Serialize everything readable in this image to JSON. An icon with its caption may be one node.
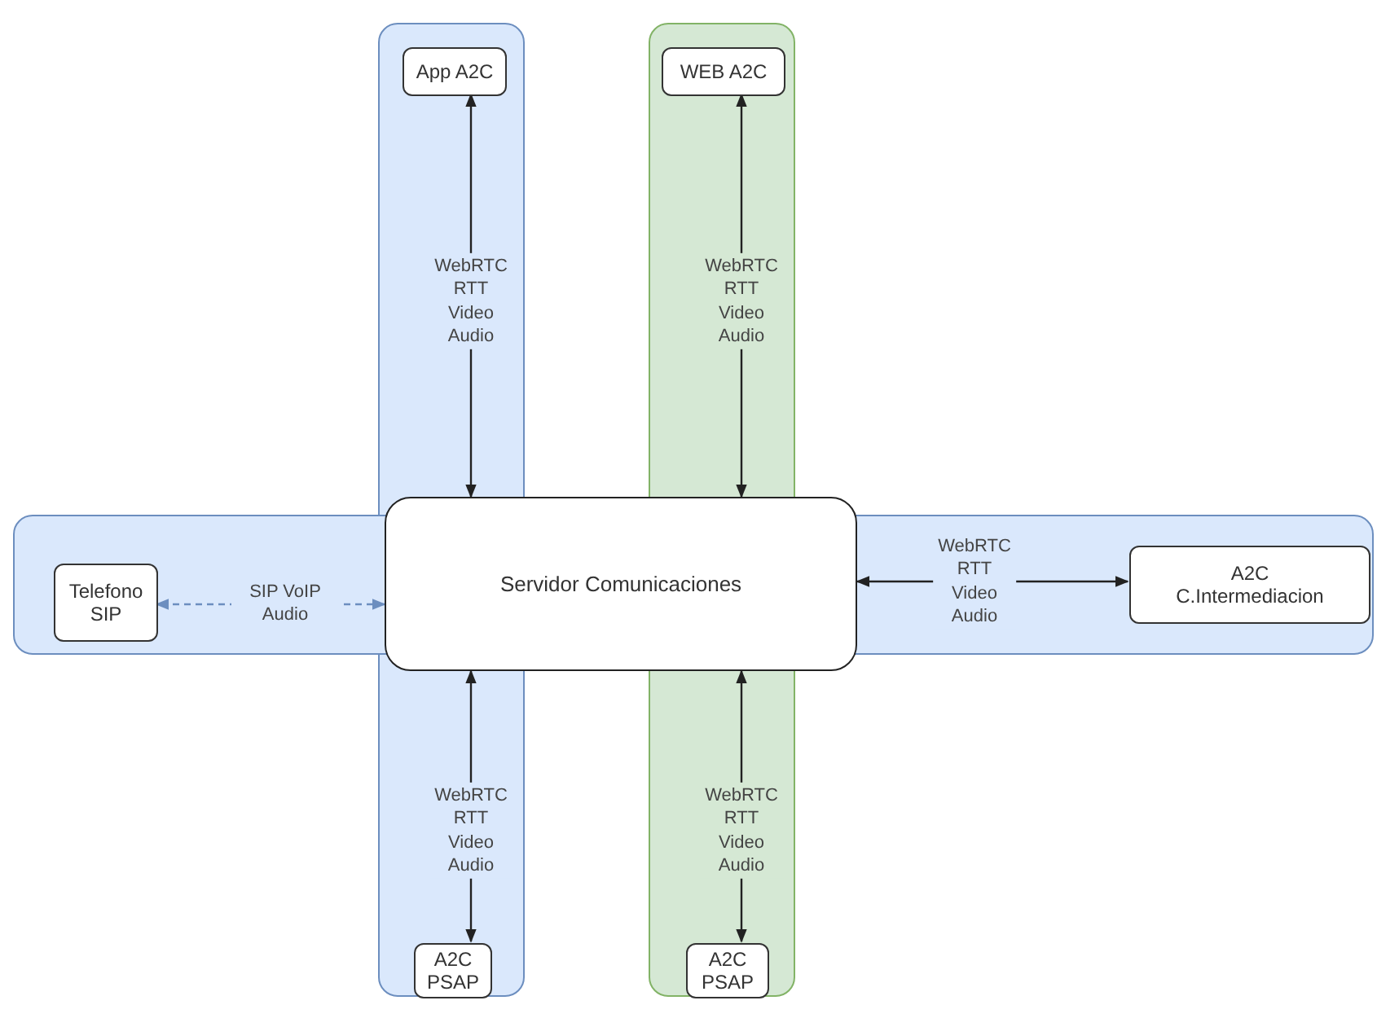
{
  "diagram": {
    "nodes": [
      {
        "text": [],
        "shape": "band"
      },
      {
        "text": [],
        "shape": "band"
      },
      {
        "text": [],
        "shape": "band"
      },
      {
        "text": [
          "App A2C"
        ],
        "in": 0
      },
      {
        "text": [
          "WEB A2C"
        ],
        "in": 1
      },
      {
        "text": [
          "Servidor Comunicaciones"
        ]
      },
      {
        "text": [
          "Telefono SIP"
        ],
        "in": 2
      },
      {
        "text": [
          "A2C C.Intermediacion"
        ],
        "in": 2
      },
      {
        "text": [
          "A2C PSAP"
        ],
        "in": 0
      },
      {
        "text": [
          "A2C PSAP"
        ],
        "in": 1
      }
    ],
    "edges": [
      {
        "from": 3,
        "to": 5,
        "arrow": "both",
        "label": "WebRTC RTT Video Audio"
      },
      {
        "from": 4,
        "to": 5,
        "arrow": "both",
        "label": "WebRTC RTT Video Audio"
      },
      {
        "from": 5,
        "to": 6,
        "arrow": "both",
        "label": "SIP VoIP Audio",
        "style": "dashed",
        "color": "#6c8ebf"
      },
      {
        "from": 5,
        "to": 7,
        "arrow": "both",
        "label": "WebRTC RTT Video Audio"
      },
      {
        "from": 5,
        "to": 8,
        "arrow": "both",
        "label": "WebRTC RTT Video Audio"
      },
      {
        "from": 5,
        "to": 9,
        "arrow": "both",
        "label": "WebRTC RTT Video Audio"
      }
    ]
  }
}
